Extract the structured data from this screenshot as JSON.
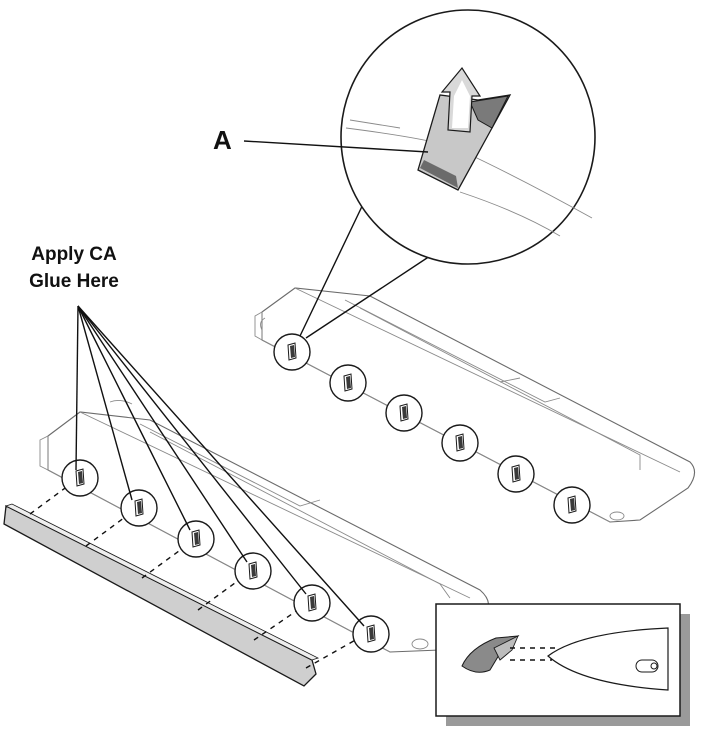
{
  "labels": {
    "part_a": "A",
    "glue_line1": "Apply CA",
    "glue_line2": "Glue Here"
  },
  "colors": {
    "line": "#1a1a1a",
    "outline": "#6b6b6b",
    "strip_fill": "#cfcfcf",
    "hinge_fill": "#7d7d7d",
    "inset_shadow": "#9a9a9a"
  },
  "icons": {
    "hinge": "ca-hinge-icon",
    "arrow": "up-arrow-icon"
  }
}
